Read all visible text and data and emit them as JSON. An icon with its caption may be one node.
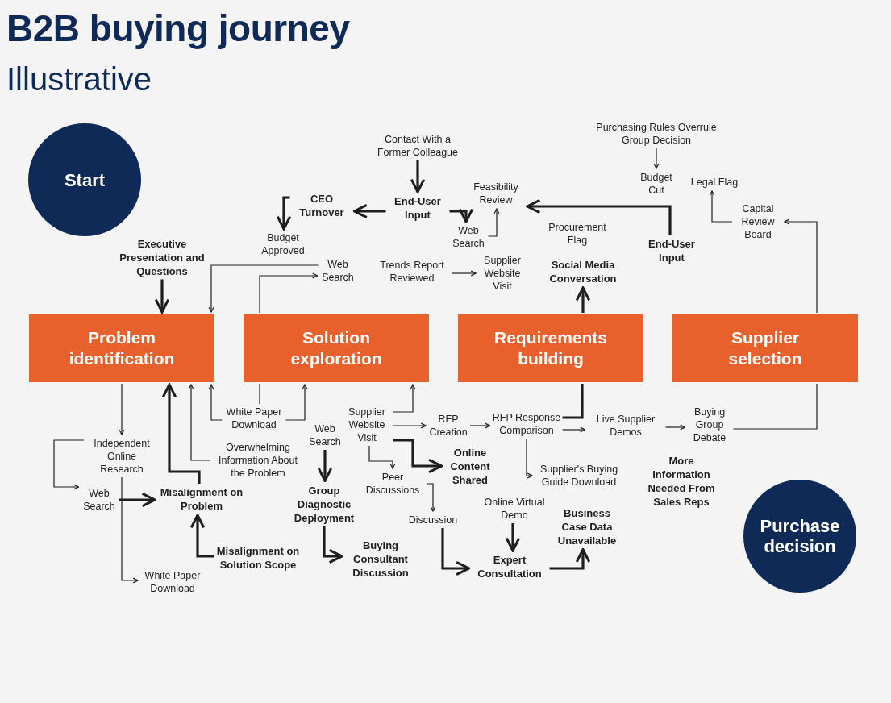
{
  "diagram": {
    "title": "B2B buying journey",
    "labels": [
      "Illustrative"
    ],
    "nodes": [
      {
        "text": [
          "Start"
        ]
      },
      {
        "text": [
          "Purchase decision"
        ]
      },
      {
        "text": [
          "Problem identification"
        ]
      },
      {
        "text": [
          "Solution exploration"
        ]
      },
      {
        "text": [
          "Requirements building"
        ]
      },
      {
        "text": [
          "Supplier selection"
        ]
      },
      {
        "text": [
          "Contact With a Former Colleague"
        ]
      },
      {
        "text": [
          "End-User Input"
        ]
      },
      {
        "text": [
          "CEO Turnover"
        ]
      },
      {
        "text": [
          "Budget Approved"
        ]
      },
      {
        "text": [
          "Executive Presentation and Questions"
        ]
      },
      {
        "text": [
          "Web Search"
        ]
      },
      {
        "text": [
          "Trends Report Reviewed"
        ]
      },
      {
        "text": [
          "Feasibility Review"
        ]
      },
      {
        "text": [
          "Web Search"
        ]
      },
      {
        "text": [
          "Supplier Website Visit"
        ]
      },
      {
        "text": [
          "Procurement Flag"
        ]
      },
      {
        "text": [
          "Social Media Conversation"
        ]
      },
      {
        "text": [
          "Purchasing Rules Overrule Group Decision"
        ]
      },
      {
        "text": [
          "Budget Cut"
        ]
      },
      {
        "text": [
          "Legal Flag"
        ]
      },
      {
        "text": [
          "End-User Input"
        ]
      },
      {
        "text": [
          "Capital Review Board"
        ]
      },
      {
        "text": [
          "White Paper Download"
        ]
      },
      {
        "text": [
          "Independent Online Research"
        ]
      },
      {
        "text": [
          "Overwhelming Information About the Problem"
        ]
      },
      {
        "text": [
          "Web Search"
        ]
      },
      {
        "text": [
          "Supplier Website Visit"
        ]
      },
      {
        "text": [
          "RFP Creation"
        ]
      },
      {
        "text": [
          "RFP Response Comparison"
        ]
      },
      {
        "text": [
          "Live Supplier Demos"
        ]
      },
      {
        "text": [
          "Buying Group Debate"
        ]
      },
      {
        "text": [
          "Web Search"
        ]
      },
      {
        "text": [
          "Misalignment on Problem"
        ]
      },
      {
        "text": [
          "Online Content Shared"
        ]
      },
      {
        "text": [
          "Peer Discussions"
        ]
      },
      {
        "text": [
          "Group Diagnostic Deployment"
        ]
      },
      {
        "text": [
          "Supplier's Buying Guide Download"
        ]
      },
      {
        "text": [
          "Discussion"
        ]
      },
      {
        "text": [
          "Online Virtual Demo"
        ]
      },
      {
        "text": [
          "Business Case Data Unavailable"
        ]
      },
      {
        "text": [
          "More Information Needed From Sales Reps"
        ]
      },
      {
        "text": [
          "Misalignment on Solution Scope"
        ]
      },
      {
        "text": [
          "Buying Consultant Discussion"
        ]
      },
      {
        "text": [
          "Expert Consultation"
        ]
      },
      {
        "text": [
          "White Paper Download"
        ]
      }
    ],
    "edges": [
      {
        "from": 6,
        "to": 7,
        "arrow": "to",
        "style": "thick"
      },
      {
        "from": 7,
        "to": 8,
        "arrow": "to",
        "style": "thick"
      },
      {
        "from": 7,
        "to": 14,
        "arrow": "to",
        "style": "thick"
      },
      {
        "from": 14,
        "to": 13,
        "arrow": "to"
      },
      {
        "from": 8,
        "to": 9,
        "arrow": "to",
        "style": "thick"
      },
      {
        "from": 10,
        "to": 2,
        "arrow": "to",
        "style": "thick"
      },
      {
        "from": 11,
        "to": 2,
        "arrow": "to"
      },
      {
        "from": 3,
        "to": 11,
        "arrow": "to"
      },
      {
        "from": 12,
        "to": 15,
        "arrow": "to"
      },
      {
        "from": 4,
        "to": 17,
        "arrow": "to",
        "style": "thick"
      },
      {
        "from": 21,
        "to": 13,
        "arrow": "to",
        "style": "thick"
      },
      {
        "from": 18,
        "to": 19,
        "arrow": "to"
      },
      {
        "from": 22,
        "to": 20,
        "arrow": "to"
      },
      {
        "from": 5,
        "to": 22,
        "arrow": "to"
      },
      {
        "from": 2,
        "to": 24,
        "arrow": "to"
      },
      {
        "from": 24,
        "to": 32,
        "arrow": "to"
      },
      {
        "from": 24,
        "to": 45,
        "arrow": "to"
      },
      {
        "from": 32,
        "to": 33,
        "arrow": "to",
        "style": "thick"
      },
      {
        "from": 33,
        "to": 2,
        "arrow": "to",
        "style": "thick"
      },
      {
        "from": 25,
        "to": 2,
        "arrow": "to"
      },
      {
        "from": 23,
        "to": 2,
        "arrow": "to"
      },
      {
        "from": 23,
        "to": 3,
        "arrow": "to"
      },
      {
        "from": 3,
        "to": 23,
        "arrow": "none"
      },
      {
        "from": 42,
        "to": 33,
        "arrow": "to",
        "style": "thick"
      },
      {
        "from": 26,
        "to": 36,
        "arrow": "to",
        "style": "thick"
      },
      {
        "from": 36,
        "to": 43,
        "arrow": "to",
        "style": "thick"
      },
      {
        "from": 27,
        "to": 3,
        "arrow": "to"
      },
      {
        "from": 27,
        "to": 28,
        "arrow": "to"
      },
      {
        "from": 27,
        "to": 34,
        "arrow": "to",
        "style": "thick"
      },
      {
        "from": 27,
        "to": 35,
        "arrow": "to"
      },
      {
        "from": 35,
        "to": 38,
        "arrow": "to"
      },
      {
        "from": 38,
        "to": 44,
        "arrow": "to",
        "style": "thick"
      },
      {
        "from": 39,
        "to": 44,
        "arrow": "to",
        "style": "thick"
      },
      {
        "from": 44,
        "to": 40,
        "arrow": "to",
        "style": "thick"
      },
      {
        "from": 28,
        "to": 29,
        "arrow": "to"
      },
      {
        "from": 29,
        "to": 30,
        "arrow": "to"
      },
      {
        "from": 29,
        "to": 37,
        "arrow": "to"
      },
      {
        "from": 4,
        "to": 29,
        "arrow": "none",
        "style": "thick"
      },
      {
        "from": 30,
        "to": 31,
        "arrow": "to"
      },
      {
        "from": 31,
        "to": 5,
        "arrow": "none"
      }
    ]
  }
}
